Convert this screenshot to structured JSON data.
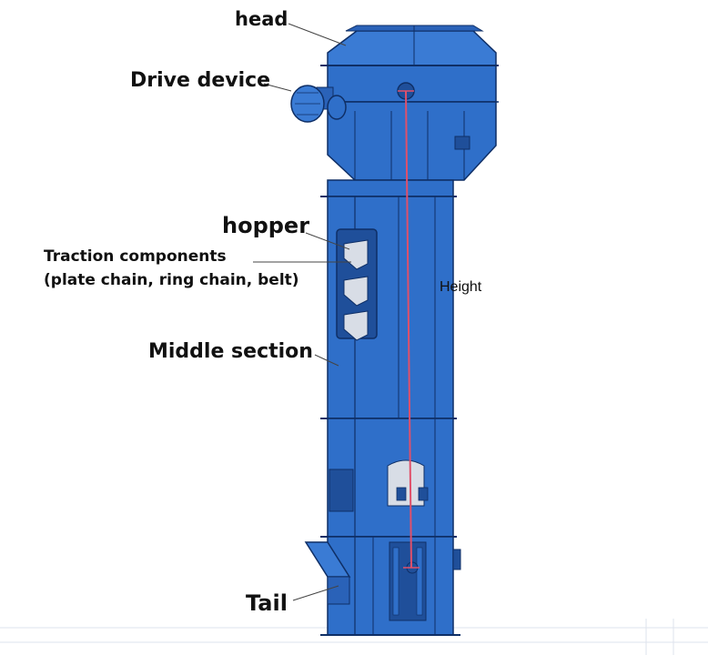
{
  "labels": {
    "head": "head",
    "drive_device": "Drive device",
    "hopper": "hopper",
    "traction_line1": "Traction components",
    "traction_line2": "(plate chain, ring chain, belt)",
    "middle_section": "Middle section",
    "tail": "Tail",
    "height": "Height"
  },
  "colors": {
    "body": "#2f6fc9",
    "body_dark": "#1f4f9a",
    "outline": "#0f2f66",
    "height_line": "#e0506a",
    "text": "#111111"
  }
}
